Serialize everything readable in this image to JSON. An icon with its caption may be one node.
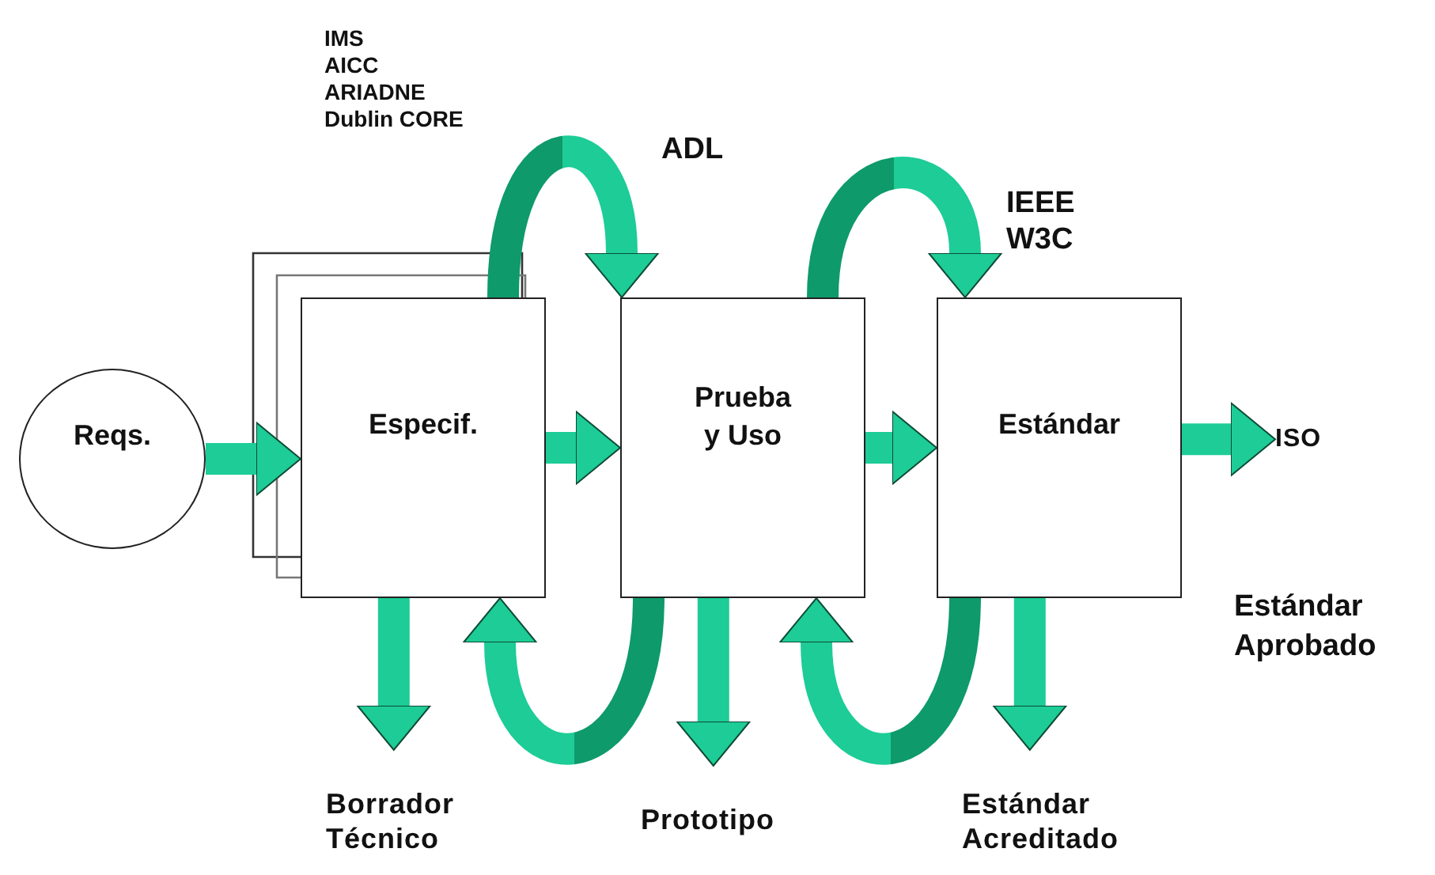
{
  "diagram": {
    "nodes": [
      {
        "text": [
          "Reqs."
        ]
      },
      {
        "text": [
          "Especif."
        ]
      },
      {
        "text": [
          "Prueba y Uso"
        ]
      },
      {
        "text": [
          "Estándar"
        ]
      },
      {
        "text": [
          "ISO"
        ]
      },
      {
        "text": [
          "Borrador Técnico"
        ]
      },
      {
        "text": [
          "Prototipo"
        ]
      },
      {
        "text": [
          "Estándar Acreditado"
        ]
      }
    ],
    "edges": [
      {
        "from": 0,
        "to": 1,
        "arrow": "to"
      },
      {
        "from": 1,
        "to": 2,
        "arrow": "to"
      },
      {
        "from": 2,
        "to": 3,
        "arrow": "to"
      },
      {
        "from": 3,
        "to": 4,
        "arrow": "to"
      },
      {
        "from": 1,
        "to": 5,
        "arrow": "to"
      },
      {
        "from": 2,
        "to": 6,
        "arrow": "to"
      },
      {
        "from": 3,
        "to": 7,
        "arrow": "to"
      },
      {
        "from": 1,
        "to": 2,
        "arrow": "to"
      },
      {
        "from": 2,
        "to": 3,
        "arrow": "to"
      },
      {
        "from": 2,
        "to": 1,
        "arrow": "to"
      },
      {
        "from": 3,
        "to": 2,
        "arrow": "to"
      }
    ],
    "labels": [
      "IMS",
      "AICC",
      "ARIADNE",
      "Dublin CORE",
      "ADL",
      "IEEE",
      "W3C",
      "Estándar Aprobado"
    ]
  }
}
